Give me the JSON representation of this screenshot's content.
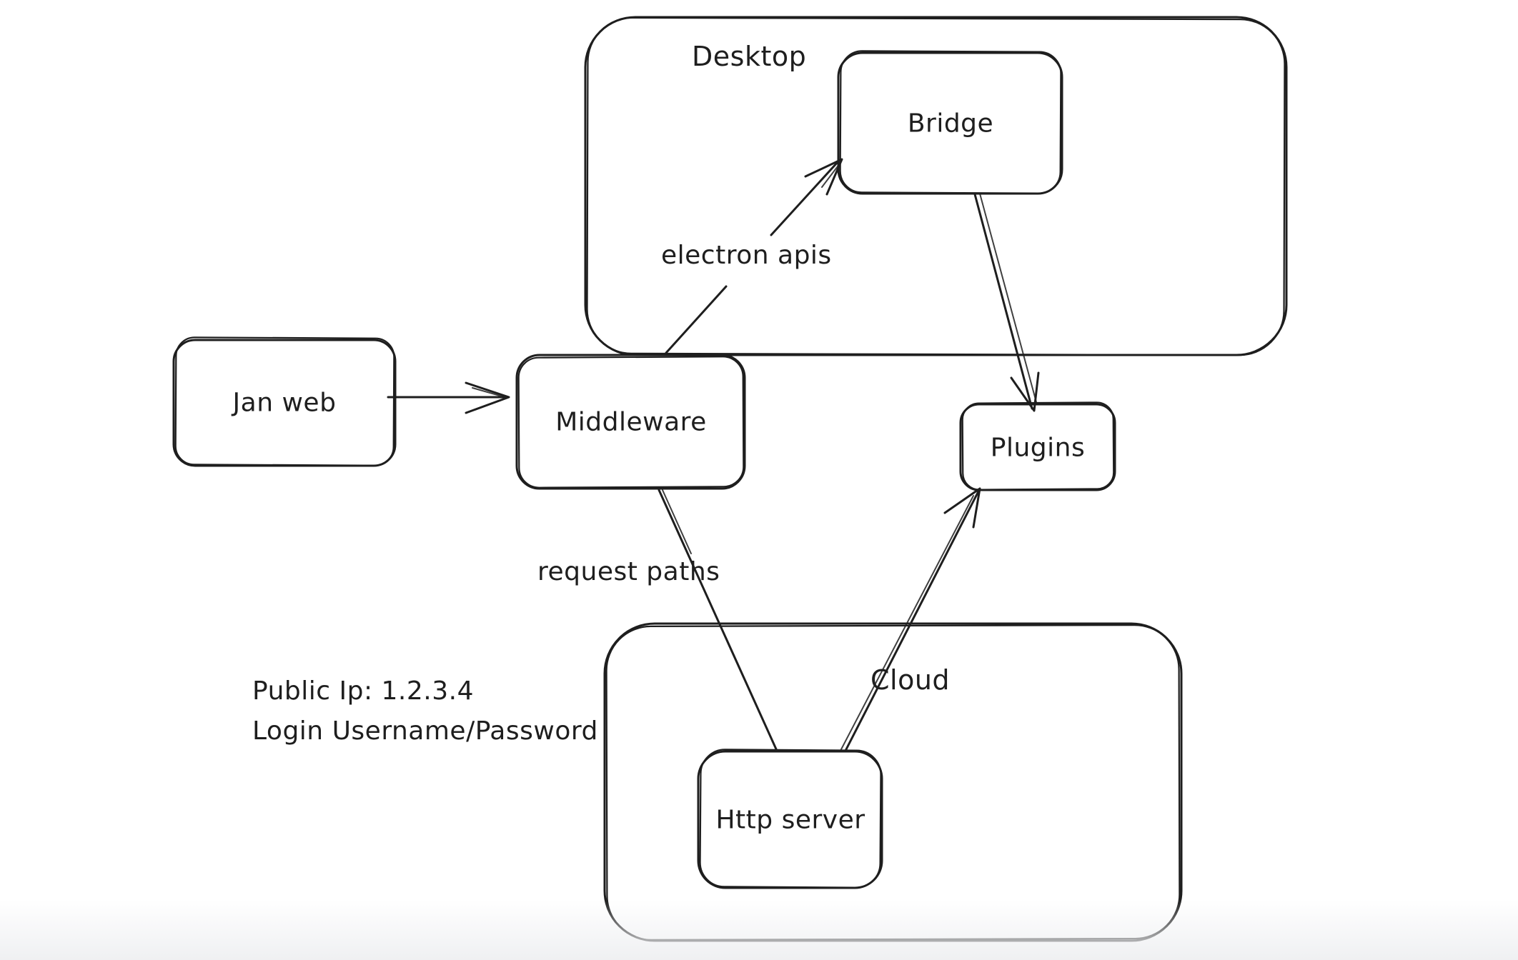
{
  "diagram": {
    "colors": {
      "ink": "#1e1e1e",
      "background": "#ffffff",
      "bottom_fade": "#eff0f2"
    },
    "containers": {
      "desktop": {
        "label": "Desktop"
      },
      "cloud": {
        "label": "Cloud"
      }
    },
    "nodes": {
      "jan_web": {
        "label": "Jan web"
      },
      "middleware": {
        "label": "Middleware"
      },
      "bridge": {
        "label": "Bridge"
      },
      "plugins": {
        "label": "Plugins"
      },
      "http_server": {
        "label": "Http server"
      }
    },
    "edges": [
      {
        "from": "Jan web",
        "to": "Middleware",
        "label": "",
        "arrowhead": "end"
      },
      {
        "from": "Middleware",
        "to": "Bridge",
        "label": "electron apis",
        "arrowhead": "end"
      },
      {
        "from": "Bridge",
        "to": "Plugins",
        "label": "",
        "arrowhead": "end"
      },
      {
        "from": "Middleware",
        "to": "Http server",
        "label": "request paths",
        "arrowhead": "none"
      },
      {
        "from": "Http server",
        "to": "Plugins",
        "label": "",
        "arrowhead": "end"
      }
    ],
    "notes": {
      "line1": "Public Ip: 1.2.3.4",
      "line2": "Login Username/Password"
    }
  }
}
